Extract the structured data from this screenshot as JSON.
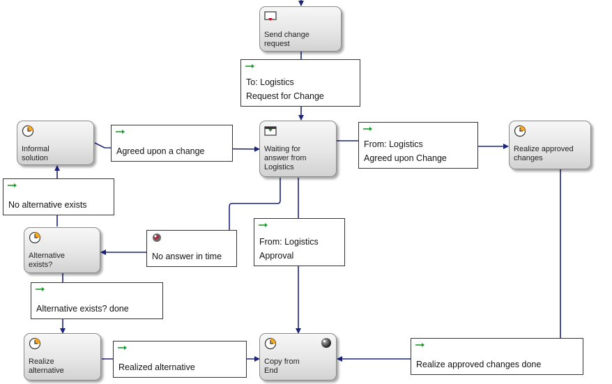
{
  "nodes": {
    "send_change_request": "Send change\nrequest",
    "waiting_for_answer": "Waiting for\nanswer from\nLogistics",
    "informal_solution": "Informal\nsolution",
    "realize_approved_changes": "Realize approved\nchanges",
    "alternative_exists": "Alternative\nexists?",
    "realize_alternative": "Realize\nalternative",
    "copy_from_end": "Copy from\nEnd"
  },
  "labels": {
    "to_logistics": "To: Logistics\nRequest for Change",
    "agreed_upon_change": "Agreed upon a change",
    "from_logistics_agreed": "From: Logistics\nAgreed upon Change",
    "no_alternative_exists": "No alternative exists",
    "no_answer_in_time": "No answer in time",
    "from_logistics_approval": "From: Logistics\nApproval",
    "alternative_exists_done": "Alternative exists? done",
    "realized_alternative": "Realized alternative",
    "realize_approved_changes_done": "Realize approved changes done"
  },
  "colors": {
    "connector": "#1a237e",
    "clock_face": "#f5a623",
    "trigger_arrow": "#1a9a2a",
    "message_red": "#d0021b",
    "message_green": "#2e7d32"
  },
  "icons": {
    "send_change_request": "message-send-icon",
    "waiting_for_answer": "message-receive-icon",
    "task": "clock-icon",
    "end": "end-globe-icon",
    "timer": "timer-globe-icon",
    "trigger": "trigger-arrow-icon"
  }
}
